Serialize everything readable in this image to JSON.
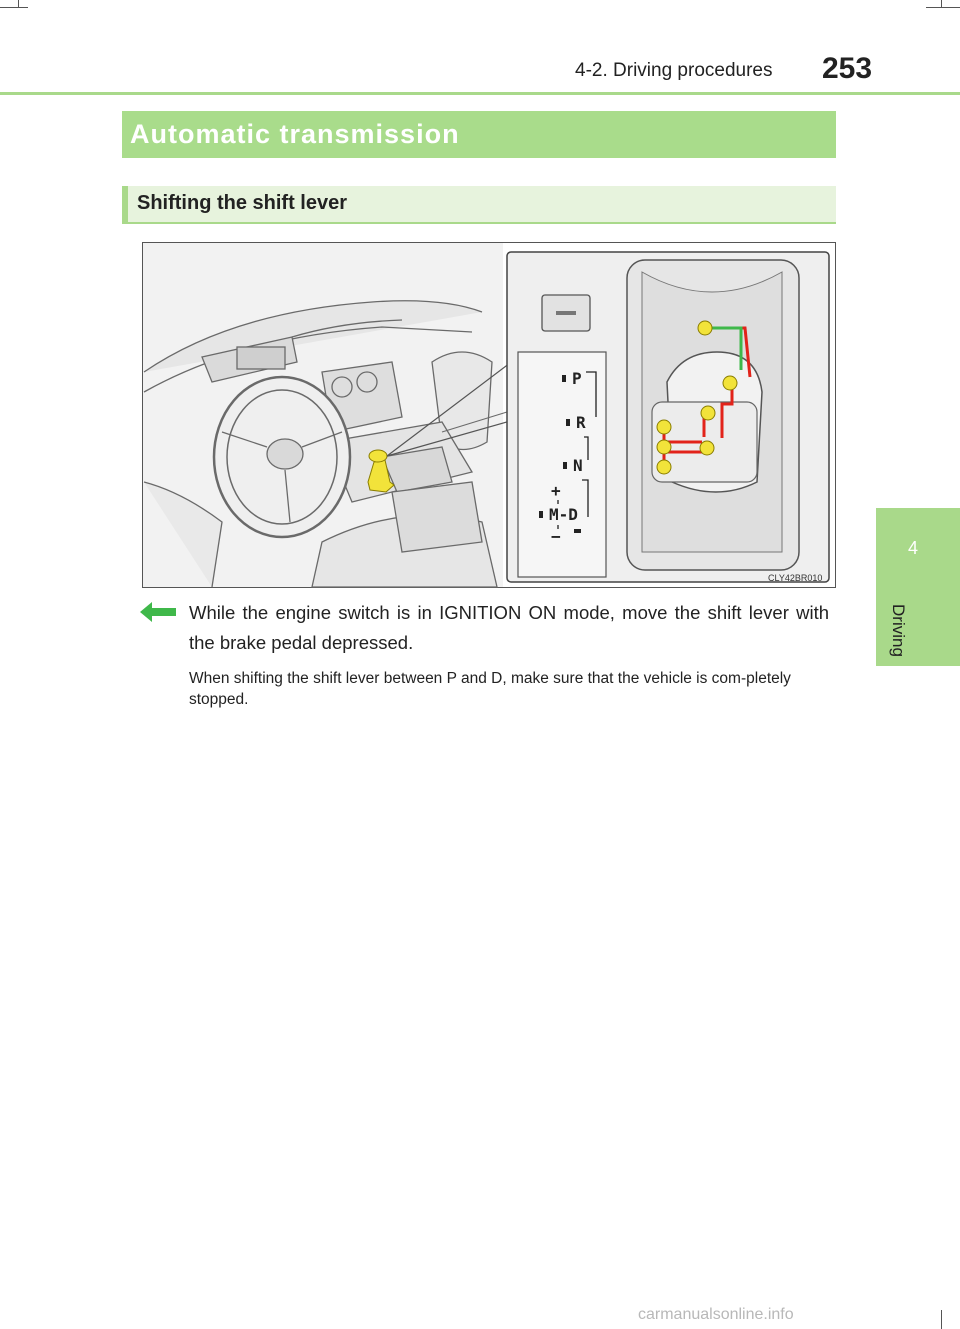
{
  "header": {
    "section": "4-2. Driving procedures",
    "page_number": "253"
  },
  "title": "Automatic transmission",
  "subtitle": "Shifting the shift lever",
  "side_tab": {
    "number": "4",
    "label": "Driving"
  },
  "figure": {
    "code": "CLY42BR010",
    "gate_labels": {
      "P": "P",
      "R": "R",
      "N": "N",
      "plus": "+",
      "MD": "M-D",
      "minus": "−"
    }
  },
  "body": {
    "main": "While the engine switch is in IGNITION ON mode, move the shift lever with the brake pedal depressed.",
    "note": "When shifting the shift lever between P and D, make sure that the vehicle is com-pletely stopped."
  },
  "watermark": "carmanualsonline.info",
  "colors": {
    "accent_green": "#a9dc8b",
    "light_green": "#e7f3dd",
    "arrow_red": "#e2231a",
    "arrow_green": "#3fb84a",
    "knob_yellow": "#f2e33a"
  }
}
